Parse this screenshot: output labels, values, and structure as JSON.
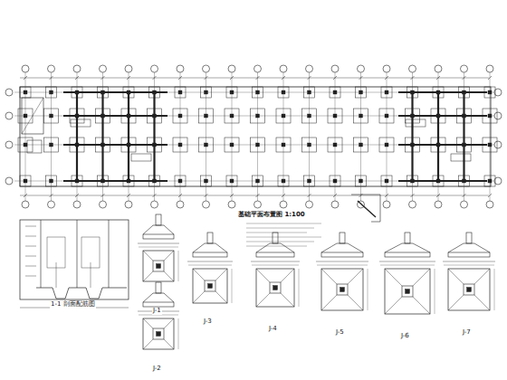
{
  "diagram": {
    "title": "基础平面布置图 1:100",
    "labels": [
      "J-1",
      "J-2",
      "J-3",
      "J-4",
      "J-5",
      "J-6",
      "J-7",
      "1-1 剖面配筋图"
    ]
  }
}
